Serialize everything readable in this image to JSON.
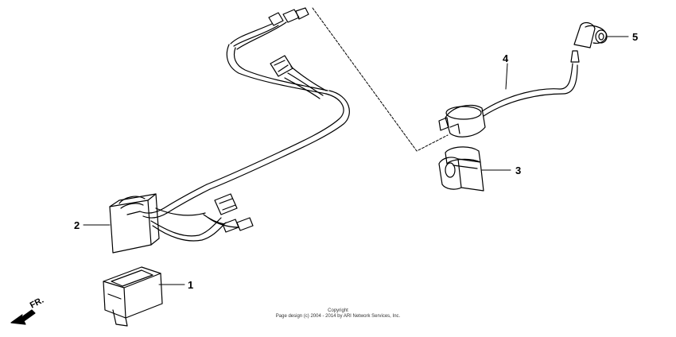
{
  "diagram": {
    "callouts": [
      {
        "id": "1",
        "label": "1"
      },
      {
        "id": "2",
        "label": "2"
      },
      {
        "id": "3",
        "label": "3"
      },
      {
        "id": "4",
        "label": "4"
      },
      {
        "id": "5",
        "label": "5"
      }
    ],
    "direction_label": "FR.",
    "copyright_line1": "Copyright",
    "copyright_line2": "Page design (c) 2004 - 2014 by ARI Network Services, Inc."
  }
}
